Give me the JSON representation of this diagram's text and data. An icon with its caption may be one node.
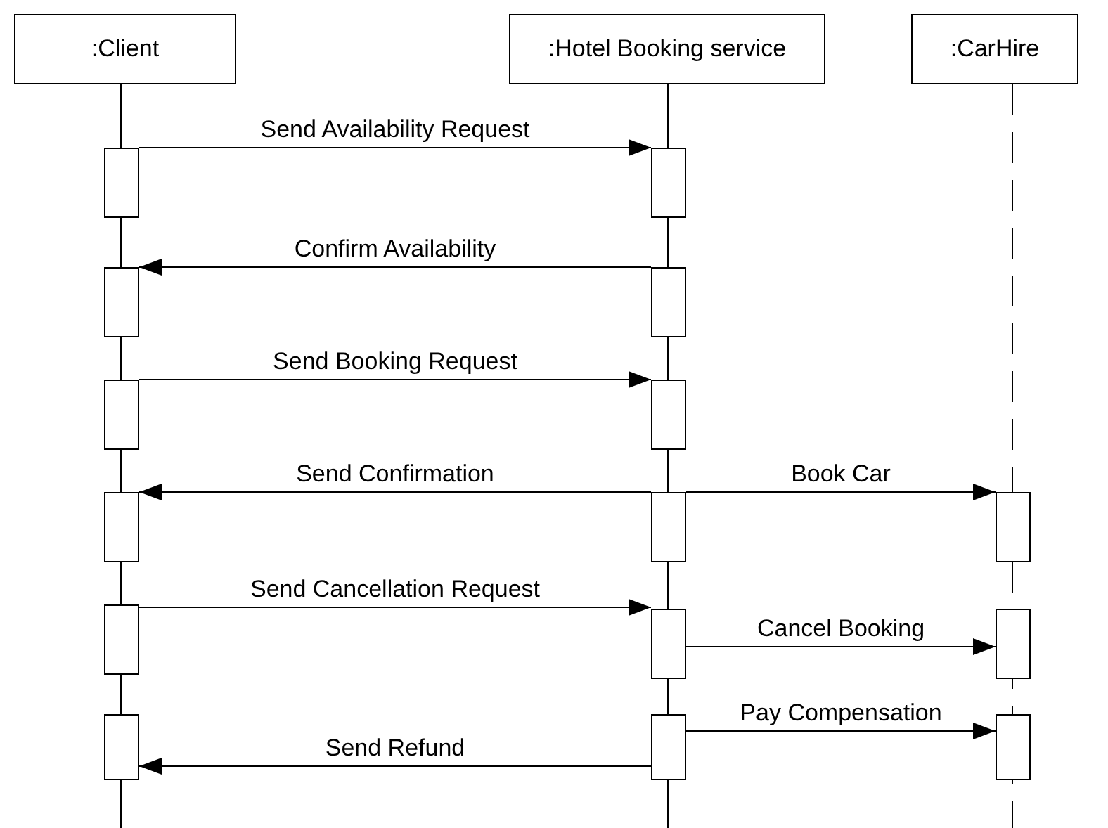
{
  "diagram": {
    "nodes": [
      {
        "text": [
          ":Client"
        ]
      },
      {
        "text": [
          ":Hotel Booking service"
        ]
      },
      {
        "text": [
          ":CarHire"
        ]
      },
      {
        "text": [],
        "shape": "bar"
      },
      {
        "text": [],
        "shape": "bar"
      },
      {
        "text": [],
        "shape": "bar"
      },
      {
        "text": [],
        "shape": "bar"
      },
      {
        "text": [],
        "shape": "bar"
      },
      {
        "text": [],
        "shape": "bar"
      },
      {
        "text": [],
        "shape": "bar"
      },
      {
        "text": [],
        "shape": "bar"
      },
      {
        "text": [],
        "shape": "bar"
      },
      {
        "text": [],
        "shape": "bar"
      },
      {
        "text": [],
        "shape": "bar"
      },
      {
        "text": [],
        "shape": "bar"
      },
      {
        "text": [],
        "shape": "bar"
      },
      {
        "text": [],
        "shape": "bar"
      },
      {
        "text": [],
        "shape": "bar"
      }
    ],
    "edges": [
      {
        "from": 3,
        "to": 4,
        "arrow": "to",
        "label": "Send Availability Request"
      },
      {
        "from": 6,
        "to": 5,
        "arrow": "to",
        "label": "Confirm Availability"
      },
      {
        "from": 7,
        "to": 8,
        "arrow": "to",
        "label": "Send Booking Request"
      },
      {
        "from": 10,
        "to": 9,
        "arrow": "to",
        "label": "Send Confirmation"
      },
      {
        "from": 10,
        "to": 11,
        "arrow": "to",
        "label": "Book Car"
      },
      {
        "from": 12,
        "to": 13,
        "arrow": "to",
        "label": "Send Cancellation Request"
      },
      {
        "from": 13,
        "to": 14,
        "arrow": "to",
        "label": "Cancel Booking"
      },
      {
        "from": 16,
        "to": 15,
        "arrow": "to",
        "label": "Send Refund"
      },
      {
        "from": 16,
        "to": 17,
        "arrow": "to",
        "label": "Pay Compensation"
      }
    ]
  }
}
